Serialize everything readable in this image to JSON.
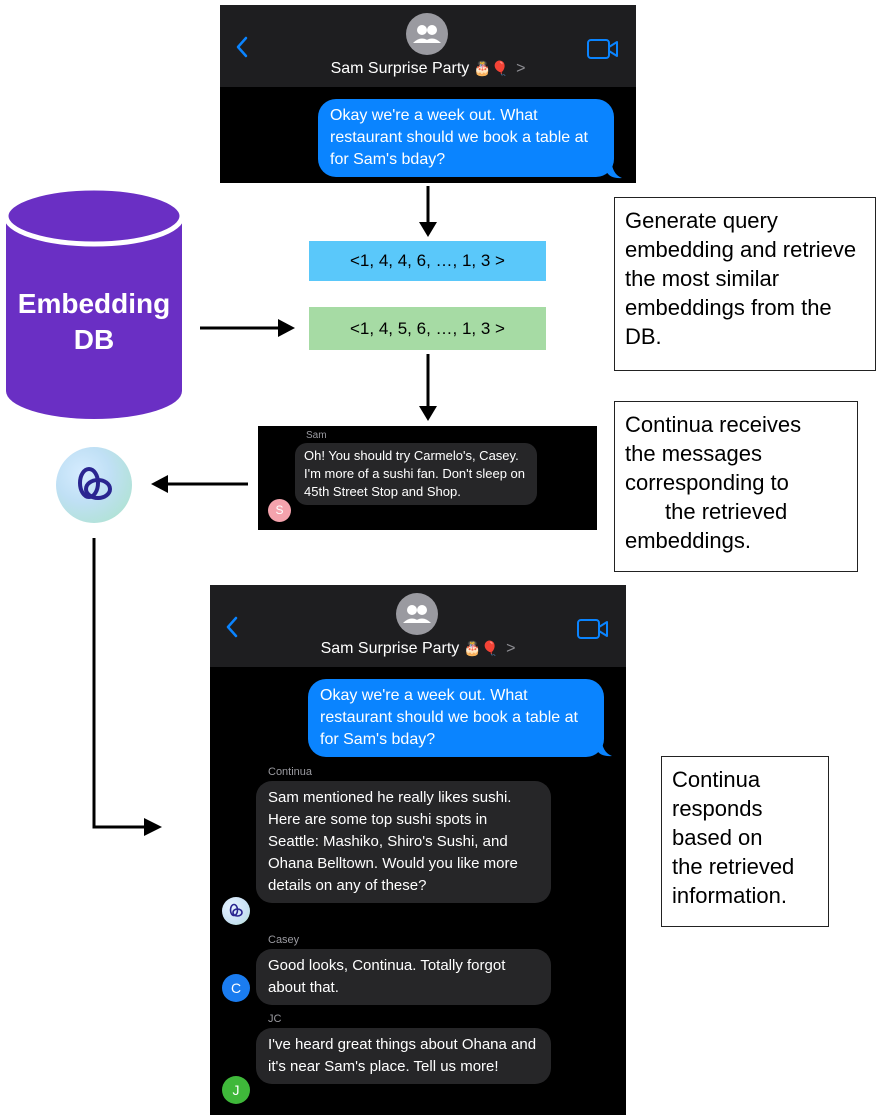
{
  "top_chat": {
    "title": "Sam Surprise Party",
    "emoji": "🎂🎈",
    "chevron": ">",
    "message": "Okay we're a week out. What restaurant should we book a table at for Sam's bday?"
  },
  "embeddings": {
    "query": "<1, 4, 4, 6, …, 1, 3 >",
    "retrieved": "<1, 4, 5, 6, …, 1, 3 >"
  },
  "db": {
    "label_line1": "Embedding",
    "label_line2": "DB"
  },
  "notes": {
    "generate": "Generate query embedding and retrieve the most similar embeddings from the DB.",
    "receives_lines": [
      "Continua receives",
      "the messages",
      "corresponding to",
      "the retrieved",
      "embeddings."
    ],
    "responds_lines": [
      "Continua",
      "responds",
      "based on",
      "the retrieved",
      "information."
    ]
  },
  "retrieved_message": {
    "sender": "Sam",
    "avatar_letter": "S",
    "text": "Oh! You should try Carmelo's, Casey. I'm more of a sushi fan. Don't sleep on 45th Street Stop and Shop."
  },
  "bottom_chat": {
    "title": "Sam Surprise Party",
    "emoji": "🎂🎈",
    "chevron": ">",
    "message_out": "Okay we're a week out. What restaurant should we book a table at for Sam's bday?",
    "messages": [
      {
        "sender": "Continua",
        "text": "Sam mentioned he really likes sushi. Here are some top sushi spots in Seattle: Mashiko, Shiro's Sushi, and Ohana Belltown. Would you like more details on any of these?"
      },
      {
        "sender": "Casey",
        "avatar_letter": "C",
        "text": "Good looks, Continua. Totally forgot about that."
      },
      {
        "sender": "JC",
        "avatar_letter": "J",
        "text": "I've heard great things about Ohana and it's near Sam's place. Tell us more!"
      }
    ]
  },
  "colors": {
    "imessage_blue": "#0a84ff",
    "query_embedding": "#5ac8fa",
    "retrieved_embedding": "#a6dba4",
    "db_purple": "#6a2fc4",
    "casey_avatar": "#1a7cf0",
    "jc_avatar": "#3fb83a",
    "sam_avatar": "#f5a3ad"
  }
}
